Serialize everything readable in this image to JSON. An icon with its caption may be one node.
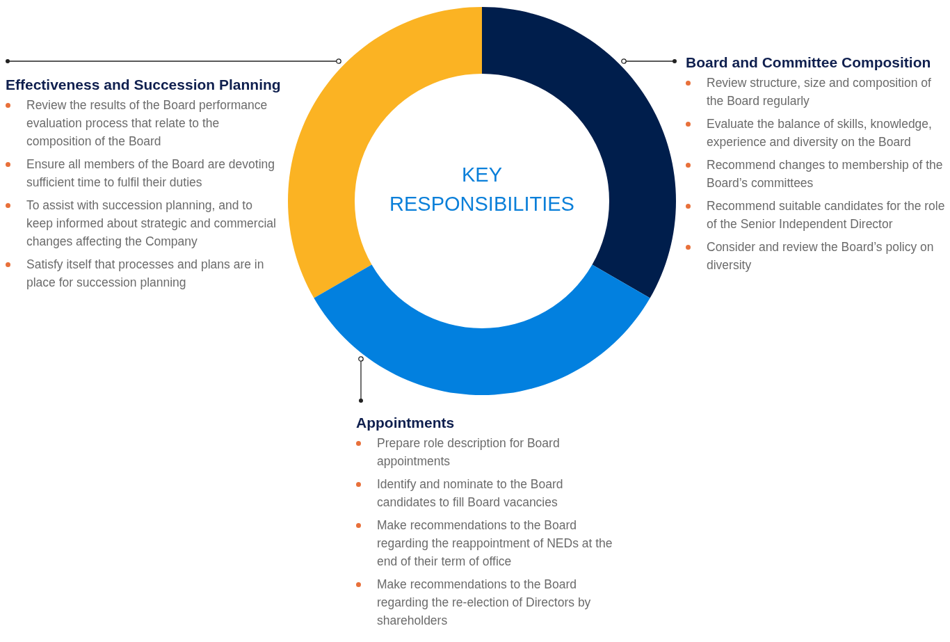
{
  "diagram": {
    "nodes": [
      {
        "text": [
          "KEY RESPONSIBILITIES"
        ]
      },
      {
        "text": [],
        "shape": "arc"
      },
      {
        "text": [],
        "shape": "arc"
      },
      {
        "text": [],
        "shape": "arc"
      },
      {
        "text": [
          "Effectiveness and Succession Planning",
          "Review the results of the Board performance evaluation process that relate to the composition of the Board",
          "Ensure all members of the Board are devoting sufficient time to fulfil their duties",
          "To assist with succession planning, and to keep informed about strategic and commercial changes affecting the Company",
          "Satisfy itself that processes and plans are in place for succession planning"
        ]
      },
      {
        "text": [
          "Board and Committee Composition",
          "Review structure, size and composition of the Board regularly",
          "Evaluate the balance of skills, knowledge, experience and diversity on the Board",
          "Recommend changes to membership of the Board’s committees",
          "Recommend suitable candidates for the role of the Senior Independent Director",
          "Consider and review the Board’s policy on diversity"
        ]
      },
      {
        "text": [
          "Appointments",
          "Prepare role description for Board appointments",
          "Identify and nominate to the Board candidates to fill Board vacancies",
          "Make recommendations to the Board regarding the reappointment of NEDs at the end of their term of office",
          "Make recommendations to the Board regarding the re-election of Directors by shareholders"
        ]
      }
    ],
    "edges": [
      {
        "from": 4,
        "to": 1,
        "arrow": "other"
      },
      {
        "from": 5,
        "to": 2,
        "arrow": "other"
      },
      {
        "from": 6,
        "to": 3,
        "arrow": "other"
      }
    ]
  }
}
